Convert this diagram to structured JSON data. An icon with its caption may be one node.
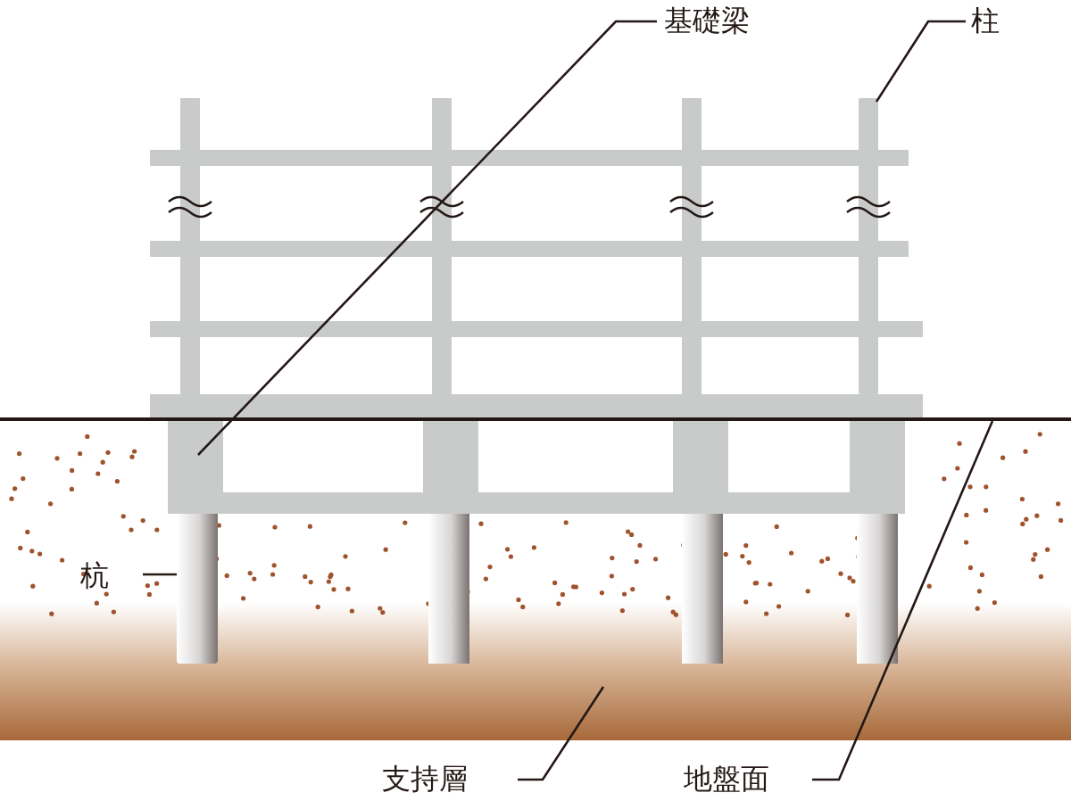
{
  "diagram": {
    "nodes": [
      {
        "text": [
          "基礎梁"
        ]
      },
      {
        "text": [],
        "shape": "box"
      },
      {
        "text": [
          "柱"
        ]
      },
      {
        "text": [],
        "shape": "bar"
      },
      {
        "text": [
          "杭"
        ]
      },
      {
        "text": [],
        "shape": "cylinder"
      },
      {
        "text": [
          "支持層"
        ]
      },
      {
        "text": [],
        "shape": "box"
      },
      {
        "text": [
          "地盤面"
        ]
      },
      {
        "text": [],
        "shape": "line"
      }
    ],
    "edges": [
      {
        "from": 0,
        "to": 1,
        "arrow": "none"
      },
      {
        "from": 2,
        "to": 3,
        "arrow": "none"
      },
      {
        "from": 4,
        "to": 5,
        "arrow": "none"
      },
      {
        "from": 6,
        "to": 7,
        "arrow": "none"
      },
      {
        "from": 8,
        "to": 9,
        "arrow": "none"
      }
    ]
  }
}
